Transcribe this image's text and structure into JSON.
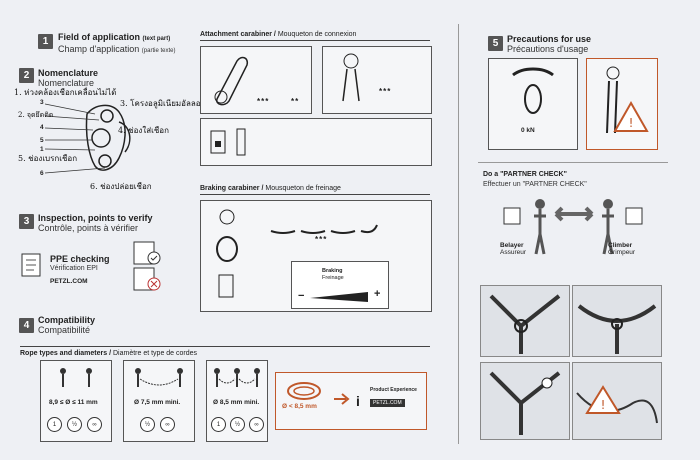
{
  "s1": {
    "num": "1",
    "title": "Field of application",
    "title_note": "(text part)",
    "subtitle": "Champ d'application",
    "subtitle_note": "(partie texte)"
  },
  "s2": {
    "num": "2",
    "title": "Nomenclature",
    "subtitle": "Nomenclature",
    "thai": {
      "n1": "1. ห่วงคล้องเชือกเคลื่อนไม่ได้",
      "n3": "3. โครงอลูมิเนียมอัลลอยด์",
      "n2": "2. จุดยึดติด",
      "n4": "4. ช่องใส่เชือก",
      "n5": "5. ช่องเบรกเชือก",
      "n6": "6. ช่องปล่อยเชือก"
    },
    "nums": [
      "1",
      "3",
      "2",
      "4",
      "5",
      "6"
    ]
  },
  "s3": {
    "num": "3",
    "title": "Inspection, points to verify",
    "subtitle": "Contrôle, points à vérifier",
    "ppe": "PPE checking",
    "ppe_fr": "Vérification EPI",
    "petzl": "PETZL.COM"
  },
  "s4": {
    "num": "4",
    "title": "Compatibility",
    "subtitle": "Compatibilité",
    "rope_title": "Rope types and diameters",
    "rope_title_fr": "Diamètre et type de cordes",
    "b1": "8,9 ≤ Ø ≤ 11 mm",
    "b2": "Ø 7,5 mm mini.",
    "b3": "Ø 8,5 mm mini.",
    "b4": "Ø < 8,5 mm",
    "rope_icons": [
      "1",
      "½",
      "∞"
    ],
    "pe": "Product Experience",
    "pe_petzl": "PETZL.COM"
  },
  "attach": {
    "title": "Attachment carabiner",
    "title_fr": "Mouqueton de connexion",
    "stars1": "***",
    "stars2": "**",
    "stars3": "***"
  },
  "braking": {
    "title": "Braking carabiner",
    "title_fr": "Mousqueton de freinage",
    "stars": "***",
    "label": "Braking",
    "label_fr": "Freinage",
    "minus": "−",
    "plus": "+"
  },
  "s5": {
    "num": "5",
    "title": "Precautions for use",
    "subtitle": "Précautions d'usage",
    "kn": "0 kN"
  },
  "partner": {
    "title": "Do a \"PARTNER CHECK\"",
    "title_fr": "Effectuer un \"PARTNER CHECK\"",
    "belayer": "Belayer",
    "belayer_fr": "Assureur",
    "climber": "Climber",
    "climber_fr": "Grimpeur"
  }
}
